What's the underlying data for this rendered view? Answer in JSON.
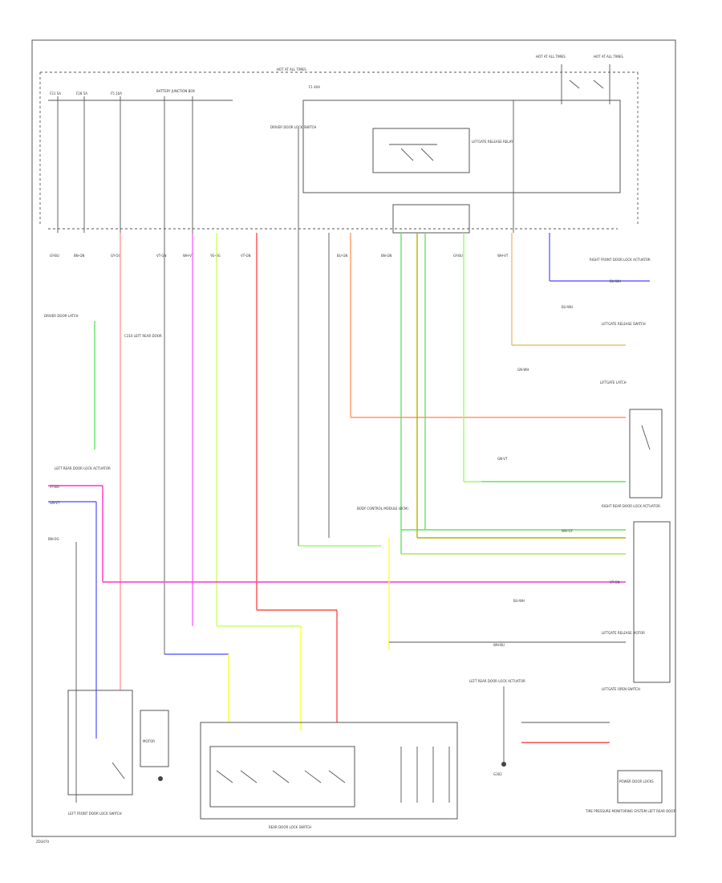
{
  "diagram": {
    "footer_code": "ZD3470",
    "top_bus_label": "HOT AT ALL TIMES",
    "top_fuse_labels": [
      "F21 5A",
      "F28 5A",
      "F5 10A",
      "BATTERY JUNCTION BOX",
      "F1 40A",
      "HOT AT ALL TIMES",
      "HOT AT ALL TIMES"
    ],
    "relay_label": "LIFTGATE RELEASE RELAY",
    "center_switch_label": "DRIVER DOOR LOCK SWITCH",
    "pin_wire_labels": [
      "GY-BU",
      "BN-GN",
      "GY-OG",
      "VT-GN",
      "WH-VT",
      "YE-OG",
      "VT-GN",
      "BU-GN",
      "BN-GN",
      "GY-BU",
      "WH-VT"
    ],
    "left_connectors": [
      "DRIVER DOOR LATCH",
      "C310 LEFT REAR DOOR",
      "LEFT REAR DOOR LOCK ACTUATOR"
    ],
    "left_wire_labels": [
      "BN-OG",
      "VT-BU",
      "GN-VT"
    ],
    "right_components": [
      "RIGHT FRONT DOOR LOCK ACTUATOR",
      "LIFTGATE RELEASE SWITCH",
      "LIFTGATE LATCH",
      "RIGHT REAR DOOR LOCK ACTUATOR",
      "LIFTGATE RELEASE MOTOR",
      "LIFTGATE OPEN SWITCH"
    ],
    "right_wire_labels": [
      "BU-WH",
      "BU-WH",
      "GN-WH",
      "GN-VT",
      "WH-GY",
      "VT-GN",
      "BU-WH",
      "WH-BU"
    ],
    "center_module_label": "BODY CONTROL MODULE (BCM)",
    "bottom_module_label": "REAR DOOR LOCK SWITCH",
    "bottom_right_component": "LEFT REAR DOOR LOCK ACTUATOR",
    "bottom_right_box_label": "POWER DOOR LOCKS",
    "bottom_right_note": "TIRE PRESSURE MONITORING SYSTEM LEFT REAR DOOR",
    "left_bottom_component": "LEFT FRONT DOOR LOCK SWITCH",
    "left_bottom_box_label": "MOTOR",
    "ground_label": "G302",
    "colors": {
      "pink": "#ff33cc",
      "red": "#ff4d4d",
      "magenta": "#ff66ff",
      "green": "#66e066",
      "lime": "#99ff66",
      "yellow": "#ffff33",
      "blue": "#6666ff",
      "orange": "#ff9966",
      "olive": "#b3b300",
      "tan": "#e6c073"
    }
  }
}
